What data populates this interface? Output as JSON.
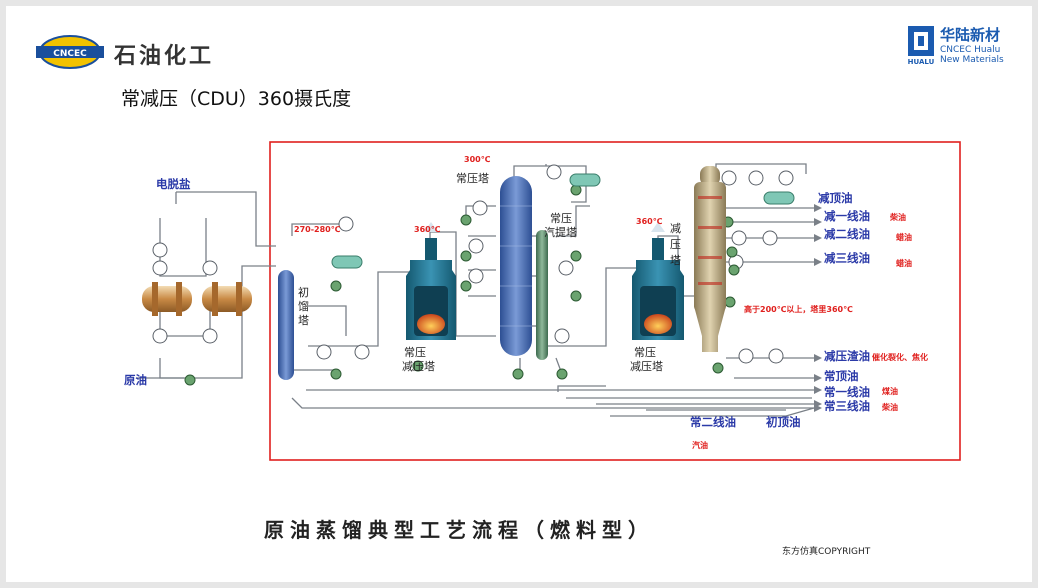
{
  "header": {
    "cncec_logo_text": "CNCEC",
    "company_cn": "石油化工",
    "hualu_cn": "华陆新材",
    "hualu_en1": "CNCEC Hualu",
    "hualu_en2": "New Materials",
    "hualu_mark": "HUALU"
  },
  "slide_title": "常减压（CDU）360摄氏度",
  "diagram": {
    "desalter_label": "电脱盐",
    "crude_label": "原油",
    "pre_flash_label": "初馏塔",
    "atm_furnace_label_1": "常压",
    "atm_furnace_label_2": "减压塔",
    "atm_tower_label": "常压塔",
    "stripper_label_1": "常压",
    "stripper_label_2": "汽提塔",
    "vac_furnace_label_1": "常压",
    "vac_furnace_label_2": "减压塔",
    "vac_tower_label": "减压塔",
    "outputs": {
      "vac_top": "减顶油",
      "vac_line1": "减一线油",
      "vac_line2": "减二线油",
      "vac_line3": "减三线油",
      "vac_residue": "减压渣油",
      "atm_top": "常顶油",
      "atm_line1": "常一线油",
      "atm_line3": "常三线油",
      "atm_line2": "常二线油",
      "pre_top": "初顶油"
    },
    "annotations": {
      "temp_pre": "270-280℃",
      "temp_furnace1": "360℃",
      "temp_atm_top": "300℃",
      "temp_furnace2": "360℃",
      "vac_note": "高于200℃以上，塔里360℃",
      "diesel": "柴油",
      "wax_oil_1": "蜡油",
      "wax_oil_2": "蜡油",
      "residue_use": "催化裂化、焦化",
      "kerosene": "煤油",
      "diesel_2": "柴油",
      "gasoline": "汽油"
    },
    "colors": {
      "highlight_border": "#e0201e",
      "annotation_red": "#e0201e",
      "label_blue": "#2b3aa8",
      "pipe": "#7a8088",
      "furnace": "#1e6e8c",
      "tower": "#4a6fb5"
    }
  },
  "caption": "原油蒸馏典型工艺流程（燃料型）",
  "copyright": "东方仿真COPYRIGHT"
}
